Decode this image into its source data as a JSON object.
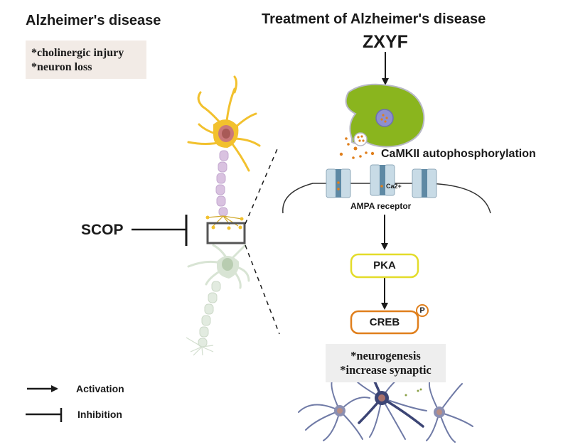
{
  "left_panel": {
    "title": "Alzheimer's disease",
    "symptoms": [
      "*cholinergic injury",
      "*neuron loss"
    ],
    "inhibitor_label": "SCOP"
  },
  "right_panel": {
    "title": "Treatment of Alzheimer's disease",
    "drug_label": "ZXYF",
    "camkii_label": "CaMKII autophosphorylation",
    "ion_label": "Ca2+",
    "receptor_label": "AMPA receptor",
    "pka_label": "PKA",
    "creb_label": "CREB",
    "phospho_label": "P",
    "outcomes": [
      "*neurogenesis",
      "*increase synaptic"
    ]
  },
  "legend": {
    "activation_label": "Activation",
    "inhibition_label": "Inhibition"
  },
  "colors": {
    "cell_green": "#8ab51e",
    "pka_border": "#e3dc2a",
    "creb_border": "#e07f1c",
    "symptom_box_bg": "#f2ebe6",
    "outcome_box_bg": "#eeeeee",
    "healthy_neuron": "#f2c12e",
    "damaged_neuron": "#d8e4d4",
    "network_neuron": "#3c4575"
  }
}
